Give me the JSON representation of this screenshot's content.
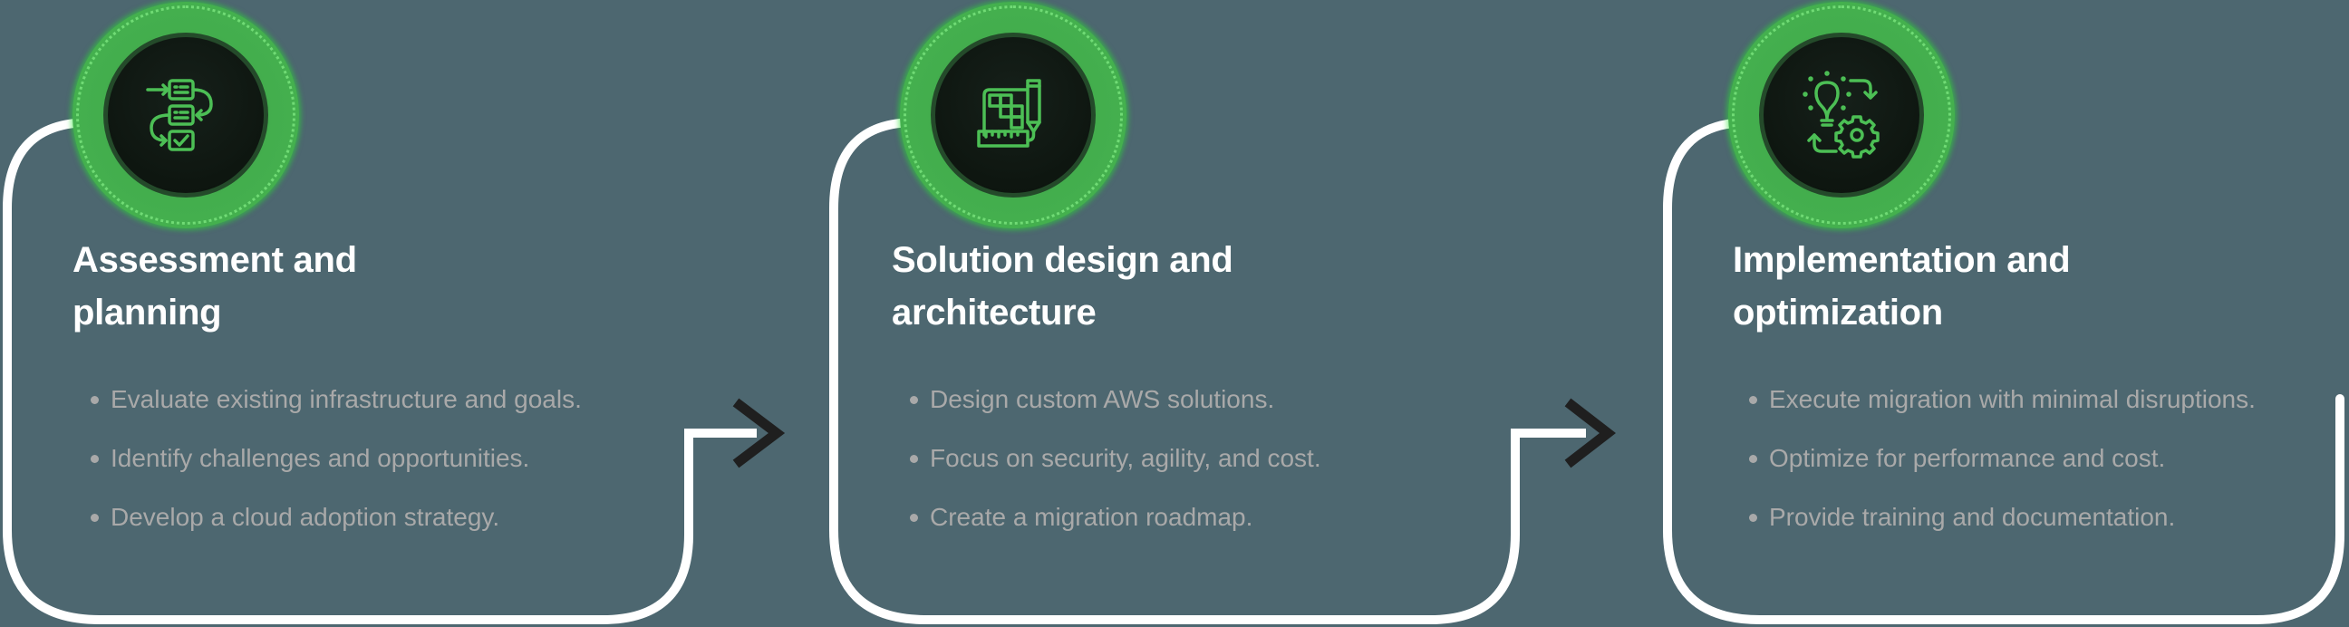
{
  "colors": {
    "background": "#4d6770",
    "connector_line": "#ffffff",
    "arrow_chevron": "#1f1f1f",
    "badge_glow": "#3fbf4a",
    "badge_core": "#0e1610",
    "icon_stroke": "#4cbf55",
    "title_text": "#ffffff",
    "bullet_text": "#a9a9a9"
  },
  "steps": [
    {
      "icon": "workflow-checklist-icon",
      "title_line1": "Assessment and",
      "title_line2": "planning",
      "bullets": [
        "Evaluate existing infrastructure and goals.",
        "Identify challenges and opportunities.",
        "Develop a cloud adoption strategy."
      ]
    },
    {
      "icon": "blueprint-ruler-pencil-icon",
      "title_line1": "Solution design and",
      "title_line2": "architecture",
      "bullets": [
        "Design custom AWS solutions.",
        "Focus on security, agility, and cost.",
        "Create a migration roadmap."
      ]
    },
    {
      "icon": "lightbulb-gear-cycle-icon",
      "title_line1": "Implementation and",
      "title_line2": "optimization",
      "bullets": [
        "Execute migration with minimal disruptions.",
        "Optimize for performance and cost.",
        "Provide training and documentation."
      ]
    }
  ],
  "connectors": [
    {
      "from": "step-1",
      "to": "step-2",
      "icon": "chevron-right-icon"
    },
    {
      "from": "step-2",
      "to": "step-3",
      "icon": "chevron-right-icon"
    }
  ]
}
